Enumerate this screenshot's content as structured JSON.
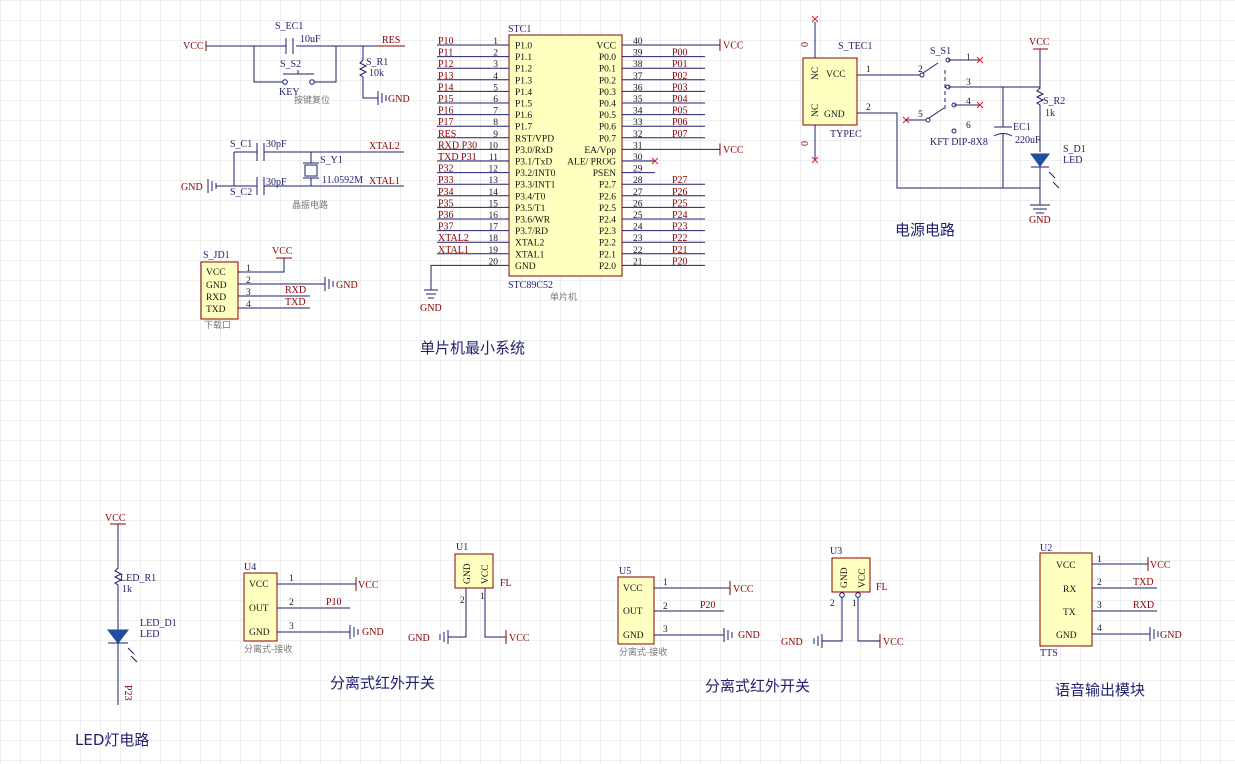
{
  "titles": {
    "mcu": "单片机最小系统",
    "power": "电源电路",
    "led": "LED灯电路",
    "ir1": "分离式红外开关",
    "ir2": "分离式红外开关",
    "voice": "语音输出模块"
  },
  "subtitles": {
    "reset": "按键复位",
    "crystal": "晶振电路",
    "download": "下载口",
    "mcu": "单片机",
    "u4": "分离式-接收",
    "u5": "分离式-接收"
  },
  "nets": {
    "vcc": "VCC",
    "gnd": "GND",
    "res": "RES",
    "xtal1": "XTAL1",
    "xtal2": "XTAL2",
    "rxd": "RXD",
    "txd": "TXD",
    "p10": "P10",
    "p20": "P20",
    "p23": "P23",
    "fl": "FL",
    "zero": "0"
  },
  "reset": {
    "cap_ref": "S_EC1",
    "cap_val": "10uF",
    "key_ref": "S_S2",
    "key_val": "KEY",
    "res_ref": "S_R1",
    "res_val": "10k"
  },
  "crystal": {
    "c1_ref": "S_C1",
    "c1_val": "30pF",
    "c2_ref": "S_C2",
    "c2_val": "30pF",
    "y1_ref": "S_Y1",
    "y1_val": "11.0592M"
  },
  "download": {
    "ref": "S_JD1",
    "pins": [
      "VCC",
      "GND",
      "RXD",
      "TXD"
    ],
    "nums": [
      "1",
      "2",
      "3",
      "4"
    ]
  },
  "mcu": {
    "ref": "STC1",
    "part": "STC89C52",
    "left_pins": [
      {
        "n": "1",
        "name": "P1.0",
        "net": "P10"
      },
      {
        "n": "2",
        "name": "P1.1",
        "net": "P11"
      },
      {
        "n": "3",
        "name": "P1.2",
        "net": "P12"
      },
      {
        "n": "4",
        "name": "P1.3",
        "net": "P13"
      },
      {
        "n": "5",
        "name": "P1.4",
        "net": "P14"
      },
      {
        "n": "6",
        "name": "P1.5",
        "net": "P15"
      },
      {
        "n": "7",
        "name": "P1.6",
        "net": "P16"
      },
      {
        "n": "8",
        "name": "P1.7",
        "net": "P17"
      },
      {
        "n": "9",
        "name": "RST/VPD",
        "net": "RES"
      },
      {
        "n": "10",
        "name": "P3.0/RxD",
        "net": "RXD P30"
      },
      {
        "n": "11",
        "name": "P3.1/TxD",
        "net": "TXD P31"
      },
      {
        "n": "12",
        "name": "P3.2/INT0",
        "net": "P32"
      },
      {
        "n": "13",
        "name": "P3.3/INT1",
        "net": "P33"
      },
      {
        "n": "14",
        "name": "P3.4/T0",
        "net": "P34"
      },
      {
        "n": "15",
        "name": "P3.5/T1",
        "net": "P35"
      },
      {
        "n": "16",
        "name": "P3.6/WR",
        "net": "P36"
      },
      {
        "n": "17",
        "name": "P3.7/RD",
        "net": "P37"
      },
      {
        "n": "18",
        "name": "XTAL2",
        "net": "XTAL2"
      },
      {
        "n": "19",
        "name": "XTAL1",
        "net": "XTAL1"
      },
      {
        "n": "20",
        "name": "GND",
        "net": ""
      }
    ],
    "right_pins": [
      {
        "n": "40",
        "name": "VCC",
        "net": "VCC"
      },
      {
        "n": "39",
        "name": "P0.0",
        "net": "P00"
      },
      {
        "n": "38",
        "name": "P0.1",
        "net": "P01"
      },
      {
        "n": "37",
        "name": "P0.2",
        "net": "P02"
      },
      {
        "n": "36",
        "name": "P0.3",
        "net": "P03"
      },
      {
        "n": "35",
        "name": "P0.4",
        "net": "P04"
      },
      {
        "n": "34",
        "name": "P0.5",
        "net": "P05"
      },
      {
        "n": "33",
        "name": "P0.6",
        "net": "P06"
      },
      {
        "n": "32",
        "name": "P0.7",
        "net": "P07"
      },
      {
        "n": "31",
        "name": "EA/Vpp",
        "net": "VCC"
      },
      {
        "n": "30",
        "name": "ALE/ PROG",
        "net": ""
      },
      {
        "n": "29",
        "name": "PSEN",
        "net": ""
      },
      {
        "n": "28",
        "name": "P2.7",
        "net": "P27"
      },
      {
        "n": "27",
        "name": "P2.6",
        "net": "P26"
      },
      {
        "n": "26",
        "name": "P2.5",
        "net": "P25"
      },
      {
        "n": "25",
        "name": "P2.4",
        "net": "P24"
      },
      {
        "n": "24",
        "name": "P2.3",
        "net": "P23"
      },
      {
        "n": "23",
        "name": "P2.2",
        "net": "P22"
      },
      {
        "n": "22",
        "name": "P2.1",
        "net": "P21"
      },
      {
        "n": "21",
        "name": "P2.0",
        "net": "P20"
      }
    ]
  },
  "power": {
    "typec_ref": "S_TEC1",
    "typec_part": "TYPEC",
    "typec_pins": [
      "NC",
      "VCC",
      "NC",
      "GND"
    ],
    "pin1": "1",
    "pin2": "2",
    "sw_ref": "S_S1",
    "sw_part": "KFT DIP-8X8",
    "sw_pins": [
      "2",
      "1",
      "3",
      "5",
      "4",
      "6"
    ],
    "cap_ref": "EC1",
    "cap_val": "220uF",
    "r_ref": "S_R2",
    "r_val": "1k",
    "d_ref": "S_D1",
    "d_val": "LED"
  },
  "led": {
    "r_ref": "LED_R1",
    "r_val": "1k",
    "d_ref": "LED_D1",
    "d_val": "LED"
  },
  "u4": {
    "ref": "U4",
    "pins": [
      "VCC",
      "OUT",
      "GND"
    ],
    "nums": [
      "1",
      "2",
      "3"
    ]
  },
  "u1": {
    "ref": "U1",
    "pins": [
      "GND",
      "VCC"
    ],
    "nums": [
      "2",
      "1"
    ]
  },
  "u5": {
    "ref": "U5",
    "pins": [
      "VCC",
      "OUT",
      "GND"
    ],
    "nums": [
      "1",
      "2",
      "3"
    ]
  },
  "u3": {
    "ref": "U3",
    "pins": [
      "GND",
      "VCC"
    ],
    "nums": [
      "2",
      "1"
    ]
  },
  "u2": {
    "ref": "U2",
    "part": "TTS",
    "pins": [
      "VCC",
      "RX",
      "TX",
      "GND"
    ],
    "nums": [
      "1",
      "2",
      "3",
      "4"
    ],
    "nets": [
      "VCC",
      "TXD",
      "RXD",
      "GND"
    ]
  }
}
